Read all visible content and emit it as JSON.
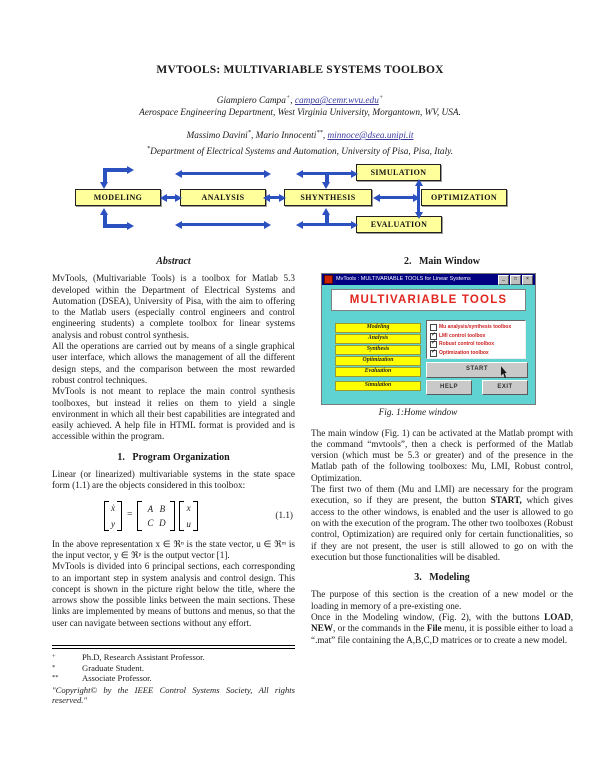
{
  "header": {
    "title": "MVTOOLS: MULTIVARIABLE SYSTEMS TOOLBOX",
    "author1_name": "Giampiero Campa",
    "author1_sup": "+",
    "author1_email": "campa@cemr.wvu.edu",
    "author1_email_sup": "+",
    "affil1": "Aerospace Engineering Department, West Virginia University, Morgantown, WV, USA.",
    "author2_name": "Massimo Davini",
    "author2_sup": "*",
    "author3_name": "Mario Innocenti",
    "author3_sup": "**",
    "author3_email": "minnoce@dsea.unipi.it",
    "affil2_sup": "*",
    "affil2": "Department of Electrical Systems and Automation, University of Pisa, Pisa, Italy.",
    "comma": ", "
  },
  "diagram": {
    "boxes": [
      "MODELING",
      "ANALYSIS",
      "SHYNTHESIS",
      "SIMULATION",
      "OPTIMIZATION",
      "EVALUATION"
    ]
  },
  "left": {
    "abstract_heading": "Abstract",
    "abstract_p1": "MvTools, (Multivariable Tools) is a toolbox for Matlab 5.3 developed within the Department of Electrical Systems and Automation (DSEA), University of Pisa, with the aim to offering to the Matlab users (especially control engineers and control engineering students) a complete toolbox for linear systems analysis and robust control synthesis.",
    "abstract_p2": "All the operations are carried out by means of a single graphical user interface, which allows the management of all the different design steps, and the comparison between the most rewarded robust control techniques.",
    "abstract_p3": "MvTools is not meant to replace the main control synthesis toolboxes, but instead it relies on them to yield a single environment in which all their best capabilities are integrated and easily achieved. A help file in HTML format is provided and is accessible within the program.",
    "section1_heading": "1.   Program Organization",
    "s1_p1": "Linear (or linearized) multivariable systems in the state space form (1.1) are the objects considered in this toolbox:",
    "equation": {
      "xdot": "ẋ",
      "y": "y",
      "A": "A",
      "B": "B",
      "C": "C",
      "D": "D",
      "x": "x",
      "u": "u",
      "number": "(1.1)"
    },
    "s1_p2": "In the above representation x ∈ ℜⁿ is the state vector, u ∈ ℜᵐ is the input vector, y ∈ ℜᵖ is the output vector [1].",
    "s1_p3": "MvTools is divided into 6 principal sections, each corresponding to an important step in system analysis and control design. This concept is shown in the picture right below the title, where the arrows show the possible links between the main sections. These links are implemented by means of buttons and menus, so that the user can navigate between sections without any effort."
  },
  "footnotes": {
    "items": [
      {
        "marker": "+",
        "text": "Ph.D, Research Assistant Professor."
      },
      {
        "marker": "*",
        "text": "Graduate Student."
      },
      {
        "marker": "**",
        "text": "Associate Professor."
      }
    ],
    "copyright": "\"Copyright© by the IEEE Control Systems Society, All rights reserved.\""
  },
  "right": {
    "section2_heading": "2.   Main Window",
    "fig_caption": "Fig. 1:Home window",
    "p1": "The main window (Fig. 1) can be activated at the Matlab prompt with the command “mvtools”, then a check is performed of the Matlab version (which must be 5.3 or greater) and of the presence in the Matlab path of the following toolboxes: Mu, LMI, Robust control, Optimization.",
    "p2_segments": [
      {
        "t": "The first two of them (Mu and LMI) are necessary for the program execution, so if they are present, the button "
      },
      {
        "t": "START,",
        "b": true
      },
      {
        "t": " which gives access to the other windows, is enabled and the user is allowed to go on with the execution of the program. The other two toolboxes (Robust control, Optimization) are required only for certain functionalities, so if they are not present, the user is still allowed to go on with the execution but those functionalities will be disabled."
      }
    ],
    "section3_heading": "3.   Modeling",
    "s3_p1": "The purpose of this section is the creation of a new model or the loading in memory of a pre-existing one.",
    "s3_p2_segments": [
      {
        "t": "Once in the Modeling window, (Fig. 2), with the buttons "
      },
      {
        "t": "LOAD",
        "b": true
      },
      {
        "t": ", "
      },
      {
        "t": "NEW",
        "b": true
      },
      {
        "t": ", or the commands in the "
      },
      {
        "t": "File",
        "b": true
      },
      {
        "t": " menu, it is possible either to load a “.mat” file containing the A,B,C,D matrices or to create a new model."
      }
    ]
  },
  "figure1": {
    "titlebar": "MvTools : MULTIVARIABLE TOOLS for Linear Systems",
    "minimize": "_",
    "maximize": "□",
    "close": "×",
    "banner": "MULTIVARIABLE TOOLS",
    "buttons": [
      "Modeling",
      "Analysis",
      "Synthesis",
      "Optimization",
      "Evaluation",
      "Simulation"
    ],
    "checkboxes": [
      {
        "label": "Mu analysis/synthesis toolbox",
        "checked": false
      },
      {
        "label": "LMI control toolbox",
        "checked": true
      },
      {
        "label": "Robust control toolbox",
        "checked": true
      },
      {
        "label": "Optimization toolbox",
        "checked": true
      }
    ],
    "start_label": "START",
    "help_label": "HELP",
    "exit_label": "EXIT"
  },
  "colors": {
    "diagram_box_fill": "#FFFF9C",
    "arrow_blue": "#2B50C0",
    "window_body": "#5FD2D2",
    "window_titlebar": "#000080",
    "window_button_yellow": "#FFFF00",
    "banner_red": "#E2251F",
    "checkbox_red": "#CC2222"
  }
}
